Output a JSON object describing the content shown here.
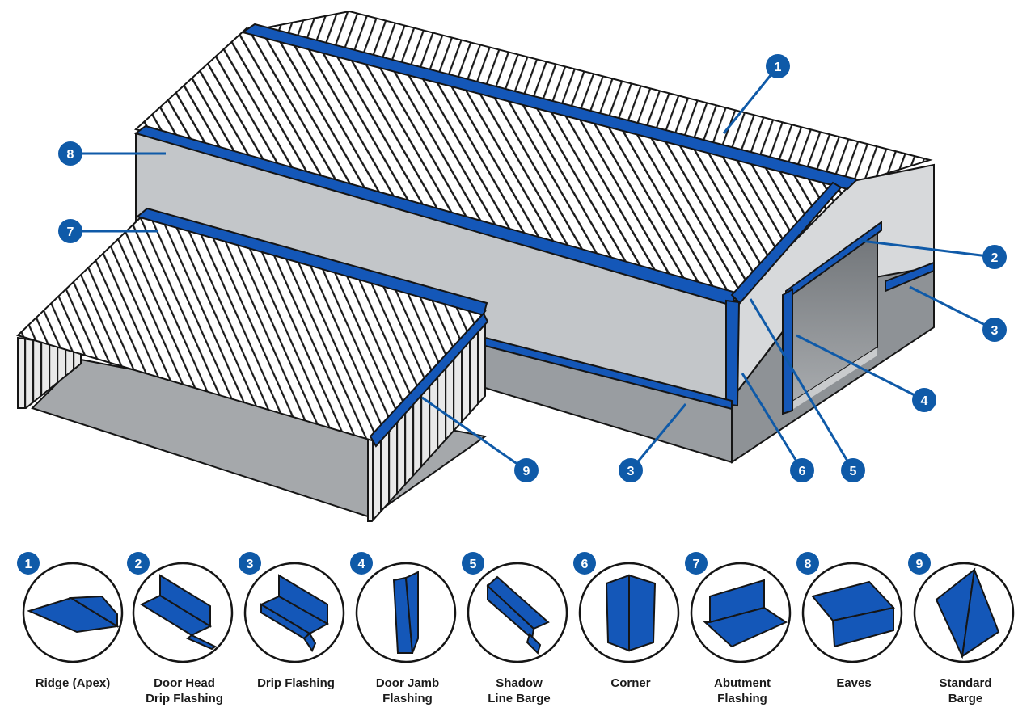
{
  "colors": {
    "flashing_blue": "#1457b8",
    "callout_blue": "#0f5aa8",
    "wall_light": "#d7d9db",
    "wall_mid": "#b9bcbf",
    "wall_dark": "#8e9296",
    "outline": "#151515"
  },
  "callouts": [
    {
      "number": "1",
      "part": "ridge-apex"
    },
    {
      "number": "2",
      "part": "door-head-drip-flashing"
    },
    {
      "number": "3",
      "part": "drip-flashing"
    },
    {
      "number": "3",
      "part": "drip-flashing"
    },
    {
      "number": "4",
      "part": "door-jamb-flashing"
    },
    {
      "number": "5",
      "part": "shadow-line-barge"
    },
    {
      "number": "6",
      "part": "corner"
    },
    {
      "number": "7",
      "part": "abutment-flashing"
    },
    {
      "number": "8",
      "part": "eaves"
    },
    {
      "number": "9",
      "part": "standard-barge"
    }
  ],
  "legend": [
    {
      "number": "1",
      "label": "Ridge (Apex)",
      "icon": "ridge-apex-icon"
    },
    {
      "number": "2",
      "label": "Door Head\nDrip Flashing",
      "icon": "door-head-drip-flashing-icon"
    },
    {
      "number": "3",
      "label": "Drip Flashing",
      "icon": "drip-flashing-icon"
    },
    {
      "number": "4",
      "label": "Door Jamb\nFlashing",
      "icon": "door-jamb-flashing-icon"
    },
    {
      "number": "5",
      "label": "Shadow\nLine Barge",
      "icon": "shadow-line-barge-icon"
    },
    {
      "number": "6",
      "label": "Corner",
      "icon": "corner-icon"
    },
    {
      "number": "7",
      "label": "Abutment\nFlashing",
      "icon": "abutment-flashing-icon"
    },
    {
      "number": "8",
      "label": "Eaves",
      "icon": "eaves-icon"
    },
    {
      "number": "9",
      "label": "Standard\nBarge",
      "icon": "standard-barge-icon"
    }
  ]
}
